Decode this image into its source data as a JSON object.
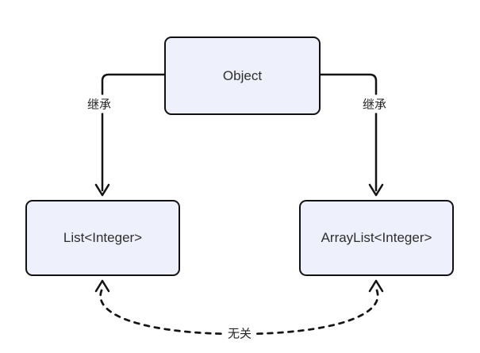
{
  "diagram": {
    "type": "class-relationship-diagram",
    "background_color": "#ffffff",
    "node_fill_color": "#eef1fb",
    "node_border_color": "#121212",
    "text_color": "#2e2e2e",
    "nodes": [
      {
        "id": "object",
        "label": "Object"
      },
      {
        "id": "list",
        "label": "List<Integer>"
      },
      {
        "id": "arraylist",
        "label": "ArrayList<Integer>"
      }
    ],
    "edges": [
      {
        "from": "object",
        "to": "list",
        "label": "继承",
        "style": "solid",
        "arrow": "open-arrowhead-down"
      },
      {
        "from": "object",
        "to": "arraylist",
        "label": "继承",
        "style": "solid",
        "arrow": "open-arrowhead-down"
      },
      {
        "from": "list",
        "to": "arraylist",
        "label": "无关",
        "style": "dashed",
        "arrow": "open-arrowhead-both-ends"
      }
    ]
  }
}
